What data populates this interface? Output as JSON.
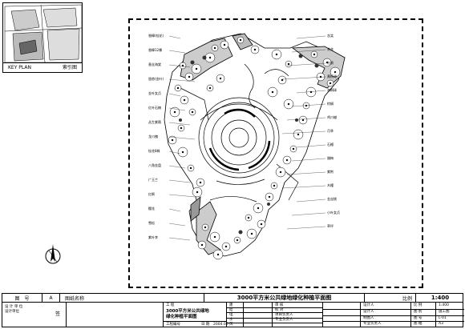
{
  "key_plan": {
    "label_en": "KEY PLAN",
    "label_cn": "索引图"
  },
  "title_block": {
    "row1": {
      "figure_no_label": "图　号",
      "figure_no_value": "A",
      "figure_name_label": "图纸名称",
      "drawing_title": "3000平方米公共绿地绿化种植平面图",
      "scale_label": "比例",
      "scale_value": "1:400"
    },
    "left": {
      "line1": "设 计 单 位",
      "line2": "设计单位",
      "sign": "签"
    },
    "project": {
      "label": "工 程",
      "name_line1": "3000平方米公共绿地",
      "name_line2": "绿化种植平面图",
      "no_label": "工程编号",
      "date_label": "日 期",
      "date_value": "2004.06"
    },
    "disciplines": [
      "建",
      "结",
      "电",
      "水",
      "风"
    ],
    "roles": [
      "审 核",
      "校 对",
      "项目负责人",
      "专业负责人"
    ],
    "signers": [
      "设计人",
      "设计人",
      "制图人",
      "专业负责人"
    ],
    "right": [
      {
        "k": "比 例",
        "v": "1:400"
      },
      {
        "k": "图 别",
        "v": "施工图"
      },
      {
        "k": "图 号",
        "v": "L-01"
      },
      {
        "k": "图 幅",
        "v": "A3"
      }
    ]
  },
  "plant_labels": [
    "香樟(桂花)",
    "香樟12棵",
    "垂丝海棠",
    "银杏(金叶)",
    "金叶女贞",
    "红叶石楠",
    "丛生紫薇",
    "龙爪槐",
    "桂花8株",
    "八角金盘",
    "广玉兰",
    "红枫",
    "樱花",
    "雪松",
    "紫叶李",
    "含笑",
    "茶花",
    "杜鹃",
    "黄杨球",
    "海桐球",
    "棕榈",
    "鸡爪槭",
    "月季",
    "石榴",
    "腊梅",
    "紫荆",
    "木槿",
    "金丝桃",
    "小叶女贞",
    "草坪"
  ]
}
